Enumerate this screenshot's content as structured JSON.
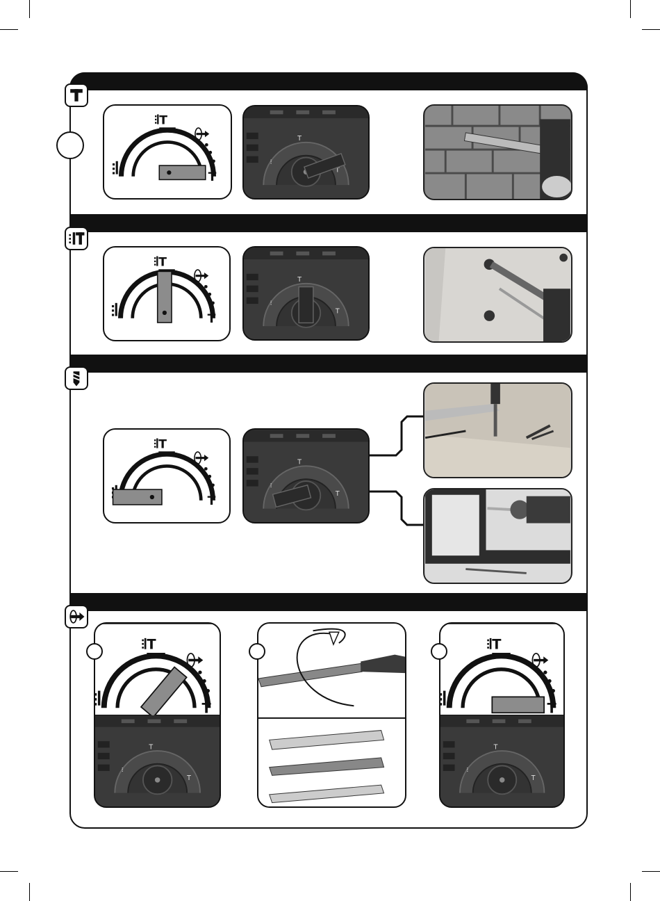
{
  "document": {
    "dial_labels": {
      "hammer_drill": "T",
      "hammer": "T",
      "chisel_rotate": "T"
    },
    "sections": [
      {
        "mode": "chisel-only",
        "icon": "hammer-icon",
        "step_count": 1
      },
      {
        "mode": "hammer-drill",
        "icon": "hammer-drill-icon",
        "step_count": 0
      },
      {
        "mode": "drill-only",
        "icon": "drill-bit-icon",
        "step_count": 0
      },
      {
        "mode": "chisel-rotation",
        "icon": "rotate-arrow-icon",
        "step_count": 3
      }
    ],
    "colors": {
      "ink": "#111111",
      "tool_body": "#3a3a3a",
      "lever": "#8c8c8c",
      "paper": "#ffffff"
    }
  }
}
